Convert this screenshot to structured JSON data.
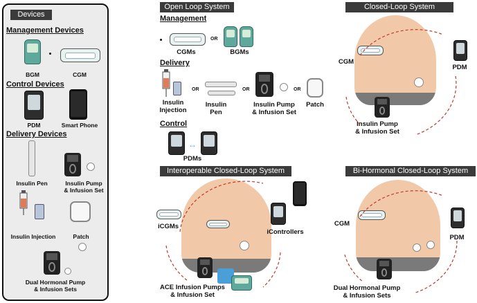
{
  "devices": {
    "title": "Devices",
    "management_heading": "Management Devices",
    "bgm_label": "BGM",
    "cgm_label": "CGM",
    "control_heading": "Control Devices",
    "pdm_label": "PDM",
    "phone_label": "Smart Phone",
    "delivery_heading": "Delivery Devices",
    "pen_label": "Insulin Pen",
    "pump_label": "Insulin Pump\n& Infusion Set",
    "injection_label": "Insulin Injection",
    "patch_label": "Patch",
    "dual_label": "Dual Hormonal Pump\n& Infusion Sets"
  },
  "open_loop": {
    "title": "Open Loop System",
    "management_heading": "Management",
    "cgms_label": "CGMs",
    "bgms_label": "BGMs",
    "or": "OR",
    "delivery_heading": "Delivery",
    "injection_label": "Insulin\nInjection",
    "pen_label": "Insulin\nPen",
    "pump_label": "Insulin Pump\n& Infusion Set",
    "patch_label": "Patch",
    "control_heading": "Control",
    "pdms_label": "PDMs"
  },
  "closed_loop": {
    "title": "Closed-Loop System",
    "cgm_label": "CGM",
    "pdm_label": "PDM",
    "pump_label": "Insulin Pump\n& Infusion Set"
  },
  "interoperable": {
    "title": "Interoperable Closed-Loop System",
    "icgms_label": "iCGMs",
    "icontrollers_label": "iControllers",
    "ace_label": "ACE Infusion Pumps\n& Infusion Set"
  },
  "bihormonal": {
    "title": "Bi-Hormonal Closed-Loop System",
    "cgm_label": "CGM",
    "pdm_label": "PDM",
    "pump_label": "Dual Hormonal Pump\n& Infusion Sets"
  },
  "colors": {
    "header_bg": "#3b3b3b",
    "panel_bg": "#ececec",
    "skin": "#f2c9a8",
    "arrow": "#c0392b",
    "cgm_teal": "#5fa89c",
    "link_blue": "#5ab4e0"
  }
}
